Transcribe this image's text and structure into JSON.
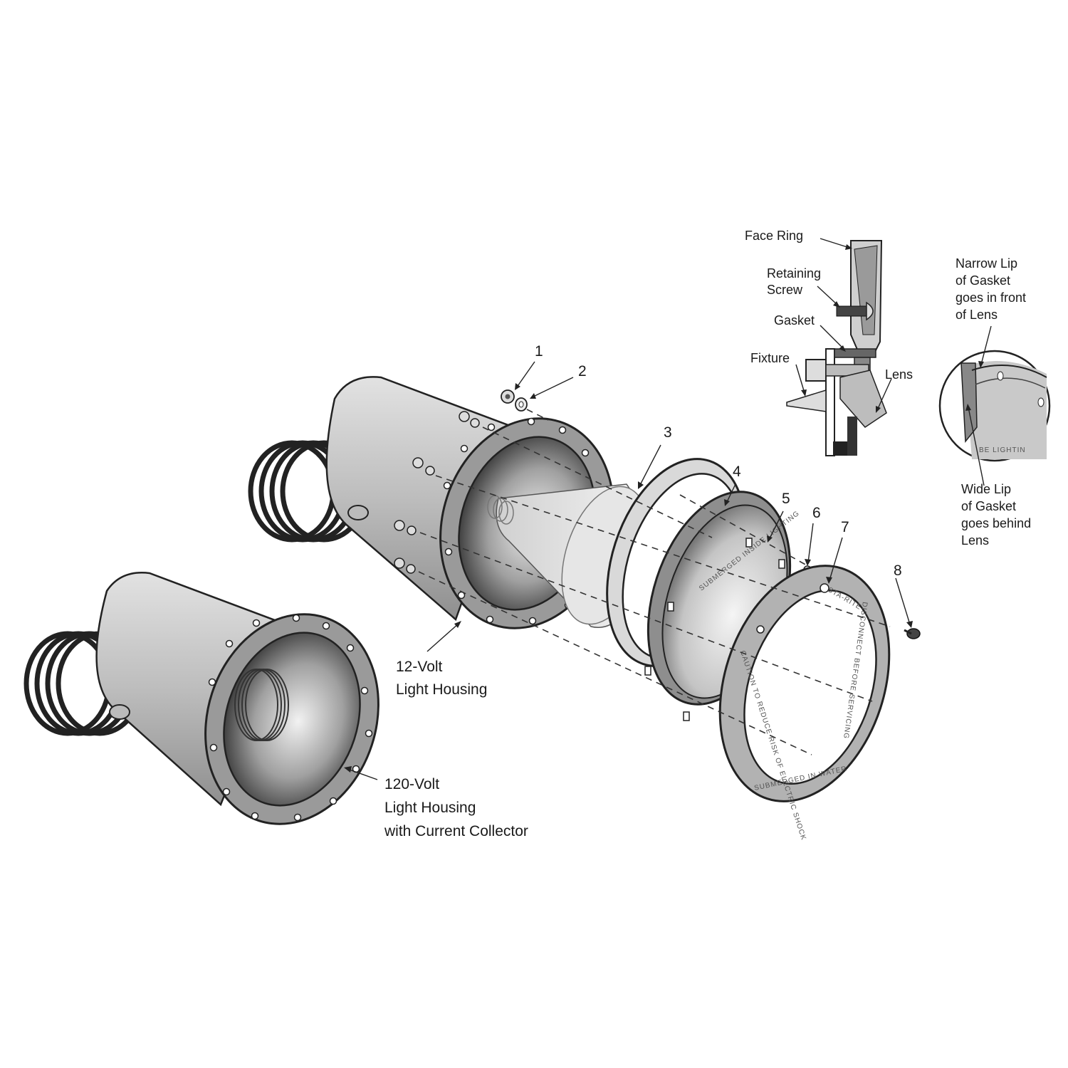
{
  "part_numbers": [
    "1",
    "2",
    "3",
    "4",
    "5",
    "6",
    "7",
    "8"
  ],
  "housing_12v": {
    "line1": "12-Volt",
    "line2": "Light Housing"
  },
  "housing_120v": {
    "line1": "120-Volt",
    "line2": "Light Housing",
    "line3": "with Current Collector"
  },
  "detail_section": {
    "face_ring": "Face Ring",
    "retaining_screw_1": "Retaining",
    "retaining_screw_2": "Screw",
    "gasket": "Gasket",
    "fixture": "Fixture",
    "lens": "Lens"
  },
  "detail_gasket": {
    "narrow_1": "Narrow Lip",
    "narrow_2": "of Gasket",
    "narrow_3": "goes in front",
    "narrow_4": "of Lens",
    "wide_1": "Wide Lip",
    "wide_2": "of Gasket",
    "wide_3": "goes behind",
    "wide_4": "Lens",
    "embossed": "BE LIGHTIN"
  },
  "lens_embossed": "SUBMERGED INSIDE LIGHTING",
  "face_ring_text": {
    "brand": "STA-RITE",
    "line_a": "CAUTION TO REDUCE RISK OF ELECTRIC SHOCK",
    "line_b": "DISCONNECT BEFORE SERVICING",
    "line_c": "SUBMERGED IN WATER"
  }
}
